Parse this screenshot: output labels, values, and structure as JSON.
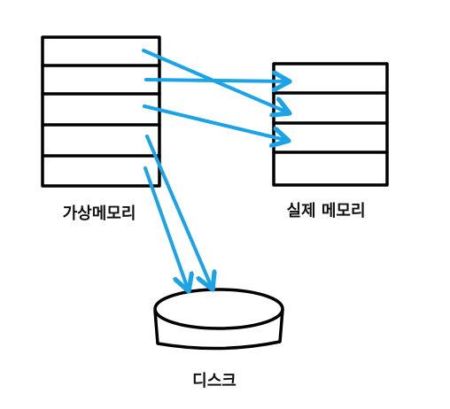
{
  "labels": {
    "virtual_memory": "가상메모리",
    "physical_memory": "실제 메모리",
    "disk": "디스크"
  },
  "colors": {
    "outline": "#000000",
    "arrow": "#1aa3e6"
  }
}
